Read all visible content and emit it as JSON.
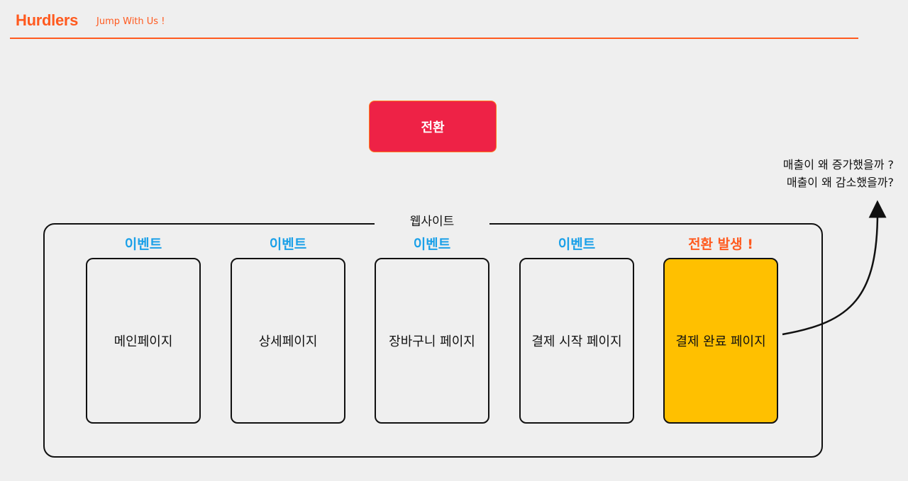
{
  "header": {
    "brand": "Hurdlers",
    "tagline": "Jump With Us !"
  },
  "conversion_box": "전환",
  "question": {
    "line1": "매출이 왜 증가했을까 ?",
    "line2": "매출이 왜 감소했을까?"
  },
  "website": {
    "label": "웹사이트",
    "stages": [
      {
        "event": "이벤트",
        "page": "메인페이지"
      },
      {
        "event": "이벤트",
        "page": "상세페이지"
      },
      {
        "event": "이벤트",
        "page": "장바구니 페이지"
      },
      {
        "event": "이벤트",
        "page": "결제 시작 페이지"
      },
      {
        "event": "전환 발생 !",
        "page": "결제 완료 페이지"
      }
    ]
  },
  "colors": {
    "brand_orange": "#ff5a1f",
    "conversion_red": "#ee2246",
    "event_blue": "#1aa0e8",
    "completed_yellow": "#ffc000"
  }
}
